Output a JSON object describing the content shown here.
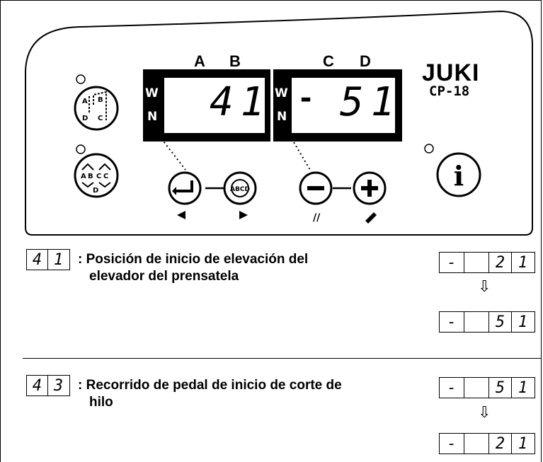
{
  "panel": {
    "brand": "JUKI",
    "model": "CP-18",
    "display_labels": [
      "A",
      "B",
      "C",
      "D"
    ],
    "left_display": {
      "value": "41"
    },
    "right_display": {
      "sign": "-",
      "value": "51"
    },
    "icons": [
      "pattern-select-icon",
      "pattern-abcd-icon",
      "enter-icon",
      "abcd-cycle-icon",
      "minus-icon",
      "plus-icon",
      "info-icon"
    ]
  },
  "items": [
    {
      "code": [
        "4",
        "1"
      ],
      "text_line1": ": Posición de inicio de elevación del",
      "text_line2": "elevador del prensatela",
      "from": {
        "sign": "-",
        "digits": [
          "2",
          "1"
        ]
      },
      "to": {
        "sign": "-",
        "digits": [
          "5",
          "1"
        ]
      }
    },
    {
      "code": [
        "4",
        "3"
      ],
      "text_line1": ": Recorrido de pedal de inicio de corte de",
      "text_line2": "hilo",
      "from": {
        "sign": "-",
        "digits": [
          "5",
          "1"
        ]
      },
      "to": {
        "sign": "-",
        "digits": [
          "2",
          "1"
        ]
      }
    }
  ]
}
